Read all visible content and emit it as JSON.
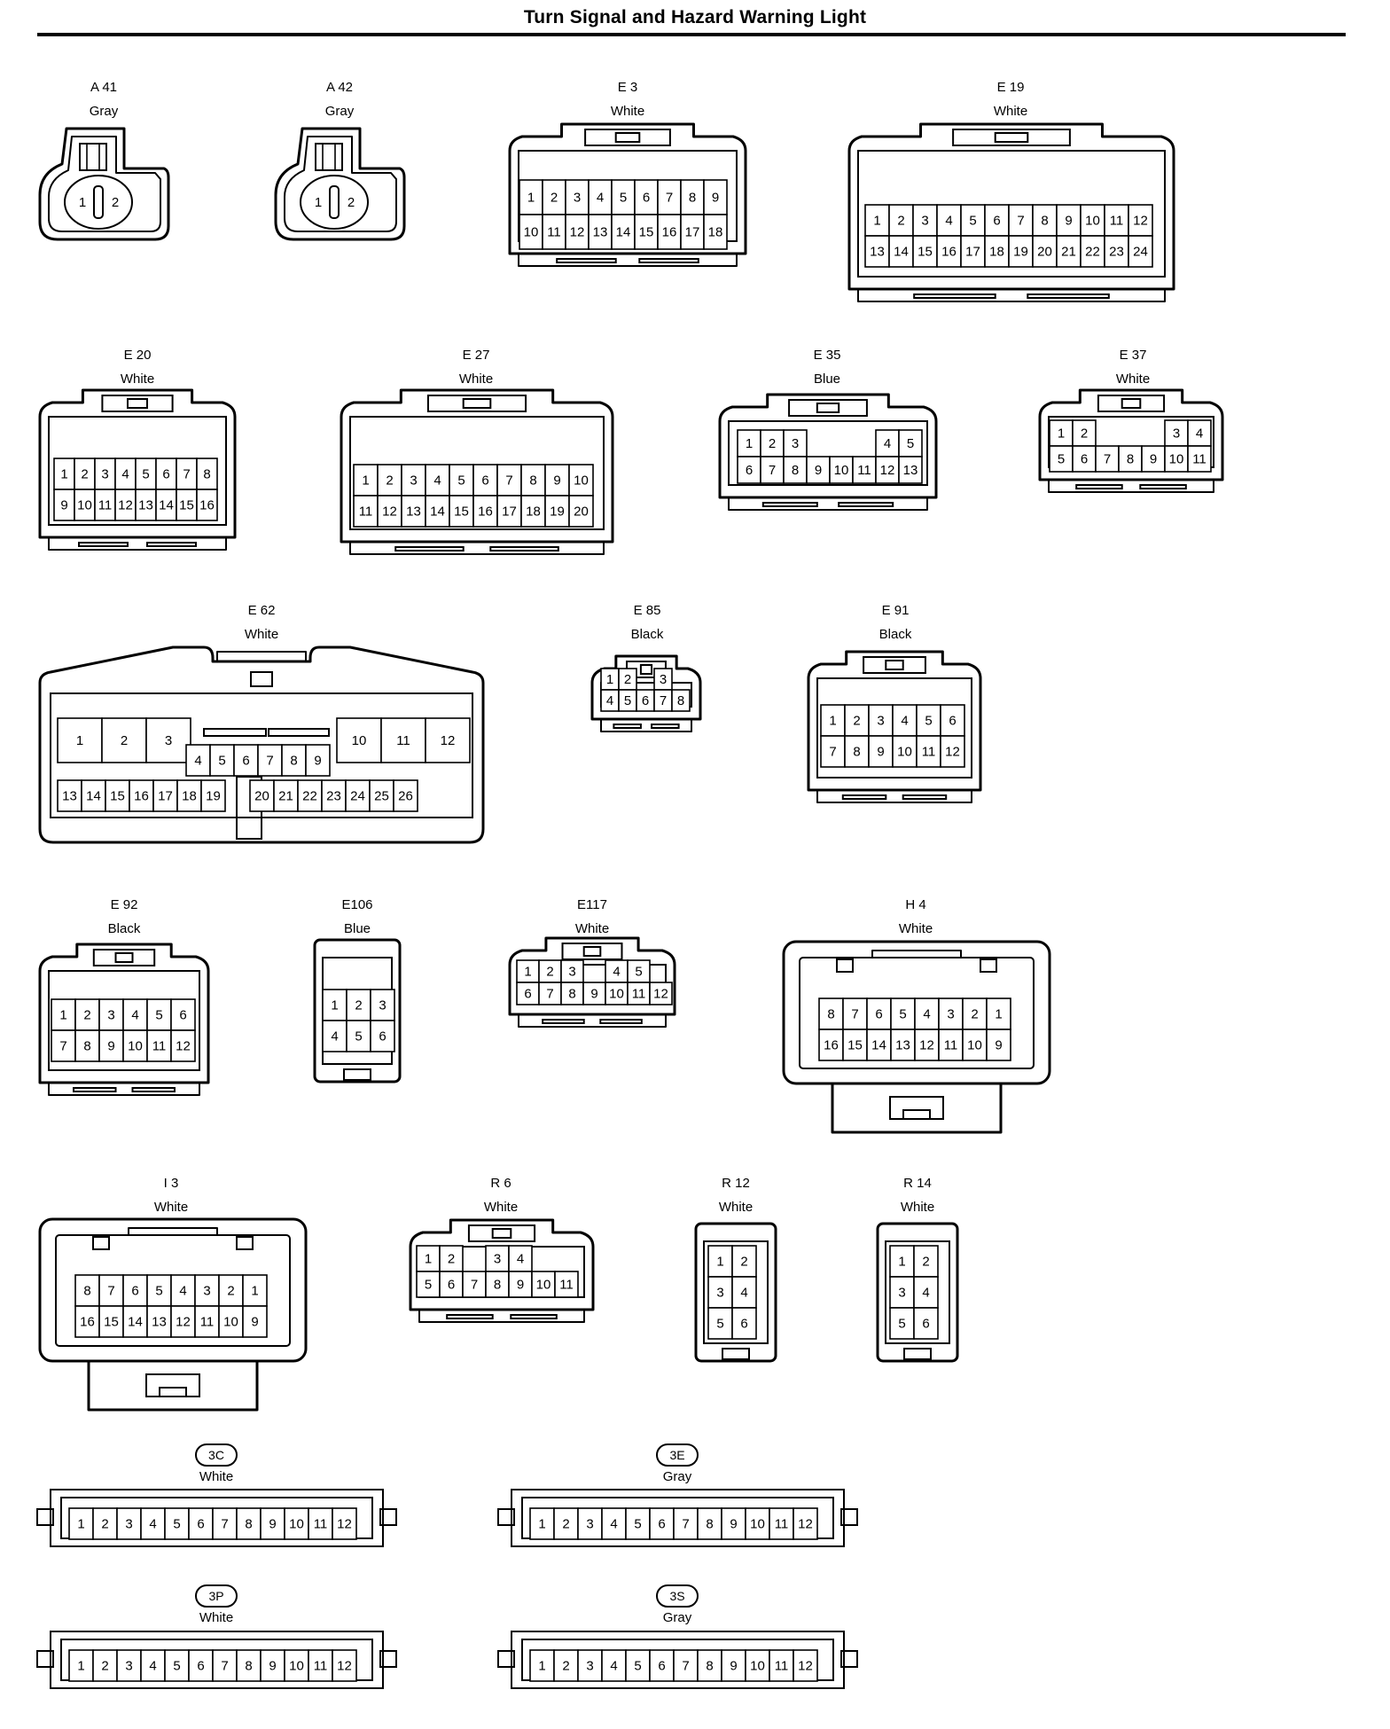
{
  "page_title": "Turn Signal and Hazard Warning Light",
  "colors": {
    "line": "#000000",
    "background": "#ffffff"
  },
  "connectors": [
    {
      "key": "a41",
      "id": "A 41",
      "color": "Gray",
      "rows": [
        [
          "1",
          "2"
        ]
      ],
      "style": "round"
    },
    {
      "key": "a42",
      "id": "A 42",
      "color": "Gray",
      "rows": [
        [
          "1",
          "2"
        ]
      ],
      "style": "round"
    },
    {
      "key": "e3",
      "id": "E 3",
      "color": "White",
      "rows": [
        [
          "1",
          "2",
          "3",
          "4",
          "5",
          "6",
          "7",
          "8",
          "9"
        ],
        [
          "10",
          "11",
          "12",
          "13",
          "14",
          "15",
          "16",
          "17",
          "18"
        ]
      ]
    },
    {
      "key": "e19",
      "id": "E 19",
      "color": "White",
      "rows": [
        [
          "1",
          "2",
          "3",
          "4",
          "5",
          "6",
          "7",
          "8",
          "9",
          "10",
          "11",
          "12"
        ],
        [
          "13",
          "14",
          "15",
          "16",
          "17",
          "18",
          "19",
          "20",
          "21",
          "22",
          "23",
          "24"
        ]
      ]
    },
    {
      "key": "e20",
      "id": "E 20",
      "color": "White",
      "rows": [
        [
          "1",
          "2",
          "3",
          "4",
          "5",
          "6",
          "7",
          "8"
        ],
        [
          "9",
          "10",
          "11",
          "12",
          "13",
          "14",
          "15",
          "16"
        ]
      ]
    },
    {
      "key": "e27",
      "id": "E 27",
      "color": "White",
      "rows": [
        [
          "1",
          "2",
          "3",
          "4",
          "5",
          "6",
          "7",
          "8",
          "9",
          "10"
        ],
        [
          "11",
          "12",
          "13",
          "14",
          "15",
          "16",
          "17",
          "18",
          "19",
          "20"
        ]
      ]
    },
    {
      "key": "e35",
      "id": "E 35",
      "color": "Blue",
      "rows": [
        [
          "1",
          "2",
          "3",
          "",
          "",
          "",
          "4",
          "5"
        ],
        [
          "6",
          "7",
          "8",
          "9",
          "10",
          "11",
          "12",
          "13"
        ]
      ]
    },
    {
      "key": "e37",
      "id": "E 37",
      "color": "White",
      "rows": [
        [
          "1",
          "2",
          "",
          "",
          "",
          "3",
          "4"
        ],
        [
          "5",
          "6",
          "7",
          "8",
          "9",
          "10",
          "11"
        ]
      ]
    },
    {
      "key": "e62",
      "id": "E 62",
      "color": "White",
      "rows": [
        [
          "1",
          "2",
          "3",
          "10",
          "11",
          "12"
        ],
        [
          "4",
          "5",
          "6",
          "7",
          "8",
          "9"
        ],
        [
          "13",
          "14",
          "15",
          "16",
          "17",
          "18",
          "19",
          "20",
          "21",
          "22",
          "23",
          "24",
          "25",
          "26"
        ]
      ]
    },
    {
      "key": "e85",
      "id": "E 85",
      "color": "Black",
      "rows": [
        [
          "1",
          "2",
          "",
          "3"
        ],
        [
          "4",
          "5",
          "6",
          "7",
          "8"
        ]
      ]
    },
    {
      "key": "e91",
      "id": "E 91",
      "color": "Black",
      "rows": [
        [
          "1",
          "2",
          "3",
          "4",
          "5",
          "6"
        ],
        [
          "7",
          "8",
          "9",
          "10",
          "11",
          "12"
        ]
      ]
    },
    {
      "key": "e92",
      "id": "E 92",
      "color": "Black",
      "rows": [
        [
          "1",
          "2",
          "3",
          "4",
          "5",
          "6"
        ],
        [
          "7",
          "8",
          "9",
          "10",
          "11",
          "12"
        ]
      ]
    },
    {
      "key": "e106",
      "id": "E106",
      "color": "Blue",
      "rows": [
        [
          "1",
          "2",
          "3"
        ],
        [
          "4",
          "5",
          "6"
        ]
      ]
    },
    {
      "key": "e117",
      "id": "E117",
      "color": "White",
      "rows": [
        [
          "1",
          "2",
          "3",
          "",
          "4",
          "5"
        ],
        [
          "6",
          "7",
          "8",
          "9",
          "10",
          "11",
          "12"
        ]
      ]
    },
    {
      "key": "h4",
      "id": "H 4",
      "color": "White",
      "rows": [
        [
          "8",
          "7",
          "6",
          "5",
          "4",
          "3",
          "2",
          "1"
        ],
        [
          "16",
          "15",
          "14",
          "13",
          "12",
          "11",
          "10",
          "9"
        ]
      ]
    },
    {
      "key": "i3",
      "id": "I 3",
      "color": "White",
      "rows": [
        [
          "8",
          "7",
          "6",
          "5",
          "4",
          "3",
          "2",
          "1"
        ],
        [
          "16",
          "15",
          "14",
          "13",
          "12",
          "11",
          "10",
          "9"
        ]
      ]
    },
    {
      "key": "r6",
      "id": "R 6",
      "color": "White",
      "rows": [
        [
          "1",
          "2",
          "",
          "3",
          "4"
        ],
        [
          "5",
          "6",
          "7",
          "8",
          "9",
          "10",
          "11"
        ]
      ]
    },
    {
      "key": "r12",
      "id": "R 12",
      "color": "White",
      "rows": [
        [
          "1",
          "2"
        ],
        [
          "3",
          "4"
        ],
        [
          "5",
          "6"
        ]
      ]
    },
    {
      "key": "r14",
      "id": "R 14",
      "color": "White",
      "rows": [
        [
          "1",
          "2"
        ],
        [
          "3",
          "4"
        ],
        [
          "5",
          "6"
        ]
      ]
    },
    {
      "key": "j3c",
      "id": "3C",
      "color": "White",
      "rows": [
        [
          "1",
          "2",
          "3",
          "4",
          "5",
          "6",
          "7",
          "8",
          "9",
          "10",
          "11",
          "12"
        ]
      ],
      "style": "junction"
    },
    {
      "key": "j3e",
      "id": "3E",
      "color": "Gray",
      "rows": [
        [
          "1",
          "2",
          "3",
          "4",
          "5",
          "6",
          "7",
          "8",
          "9",
          "10",
          "11",
          "12"
        ]
      ],
      "style": "junction"
    },
    {
      "key": "j3p",
      "id": "3P",
      "color": "White",
      "rows": [
        [
          "1",
          "2",
          "3",
          "4",
          "5",
          "6",
          "7",
          "8",
          "9",
          "10",
          "11",
          "12"
        ]
      ],
      "style": "junction"
    },
    {
      "key": "j3s",
      "id": "3S",
      "color": "Gray",
      "rows": [
        [
          "1",
          "2",
          "3",
          "4",
          "5",
          "6",
          "7",
          "8",
          "9",
          "10",
          "11",
          "12"
        ]
      ],
      "style": "junction"
    }
  ]
}
